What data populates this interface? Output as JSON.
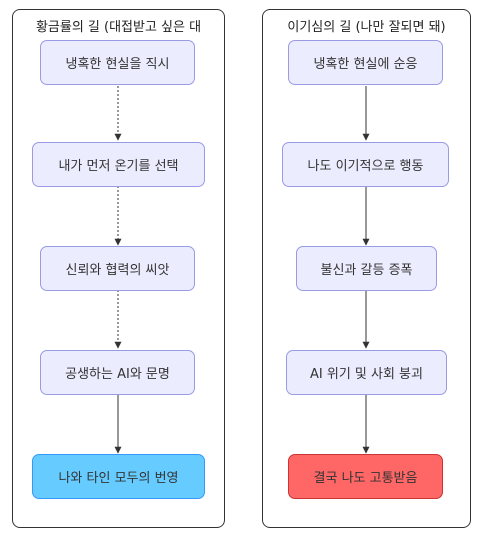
{
  "left_path": {
    "title": "황금률의 길 (대접받고 싶은 대",
    "steps": [
      "냉혹한 현실을 직시",
      "내가 먼저 온기를 선택",
      "신뢰와 협력의 씨앗",
      "공생하는 AI와 문명",
      "나와 타인 모두의 번영"
    ],
    "final_color": "#66ccff"
  },
  "right_path": {
    "title": "이기심의 길 (나만 잘되면 돼)",
    "steps": [
      "냉혹한 현실에 순응",
      "나도 이기적으로 행동",
      "불신과 갈등 증폭",
      "AI 위기 및 사회 붕괴",
      "결국 나도 고통받음"
    ],
    "final_color": "#ff6666"
  },
  "colors": {
    "node_fill": "#ececff",
    "node_border": "#9a9ae6"
  }
}
